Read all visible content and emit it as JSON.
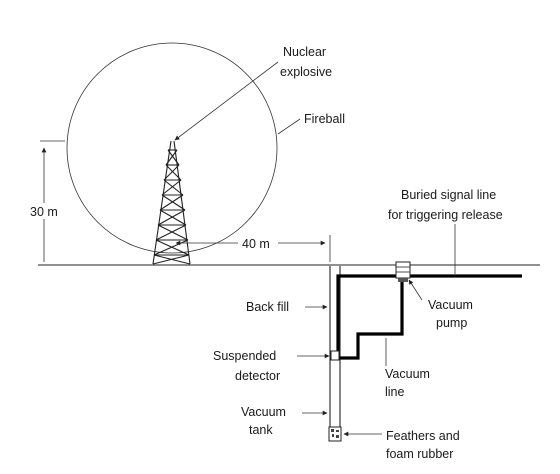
{
  "labels": {
    "nuclear_explosive_line1": "Nuclear",
    "nuclear_explosive_line2": "explosive",
    "fireball": "Fireball",
    "height_30m": "30 m",
    "radius_40m": "40 m",
    "buried_signal_line1": "Buried signal line",
    "buried_signal_line2": "for triggering release",
    "vacuum_pump_line1": "Vacuum",
    "vacuum_pump_line2": "pump",
    "back_fill": "Back fill",
    "suspended_detector_line1": "Suspended",
    "suspended_detector_line2": "detector",
    "vacuum_line_line1": "Vacuum",
    "vacuum_line_line2": "line",
    "vacuum_tank_line1": "Vacuum",
    "vacuum_tank_line2": "tank",
    "feathers_line1": "Feathers and",
    "feathers_line2": "foam rubber"
  }
}
